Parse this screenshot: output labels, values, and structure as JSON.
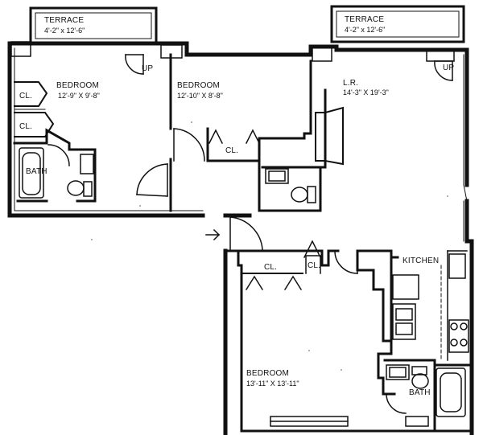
{
  "rooms": {
    "terrace_left": {
      "name": "TERRACE",
      "dims": "4'-2\" x 12'-6\""
    },
    "terrace_right": {
      "name": "TERRACE",
      "dims": "4'-2\" x 12'-6\""
    },
    "bedroom_1": {
      "name": "BEDROOM",
      "dims": "12'-9\" X 9'-8\""
    },
    "bedroom_2": {
      "name": "BEDROOM",
      "dims": "12'-10\" X 8'-8\""
    },
    "living_room": {
      "name": "L.R.",
      "dims": "14'-3\" X 19'-3\""
    },
    "bedroom_3": {
      "name": "BEDROOM",
      "dims": "13'-11\" X 13'-11\""
    },
    "kitchen": {
      "name": "KITCHEN"
    },
    "bath_1": {
      "name": "BATH"
    },
    "bath_2": {
      "name": "BATH"
    }
  },
  "closets": [
    "CL.",
    "CL.",
    "CL.",
    "CL.",
    "CL."
  ],
  "markers": {
    "up_left": "UP",
    "up_right": "UP"
  }
}
